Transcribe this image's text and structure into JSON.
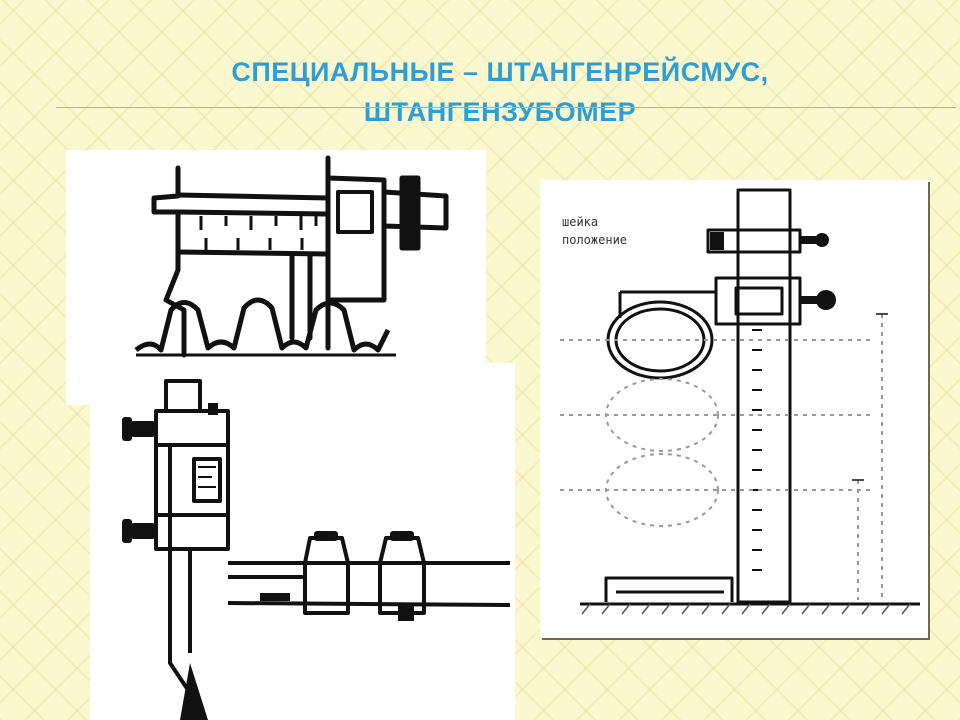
{
  "slide": {
    "title_line1": "СПЕЦИАЛЬНЫЕ – ШТАНГЕНРЕЙСМУС,",
    "title_line2": "ШТАНГЕНЗУБОМЕР",
    "title_color": "#2e9fd3",
    "background_color": "#fbf7cf"
  },
  "figures": {
    "gear_tooth_caliper_side": {
      "labels": []
    },
    "gear_tooth_caliper_front": {
      "labels": []
    },
    "height_gauge": {
      "labels": [
        "шейка",
        "положение"
      ]
    }
  }
}
